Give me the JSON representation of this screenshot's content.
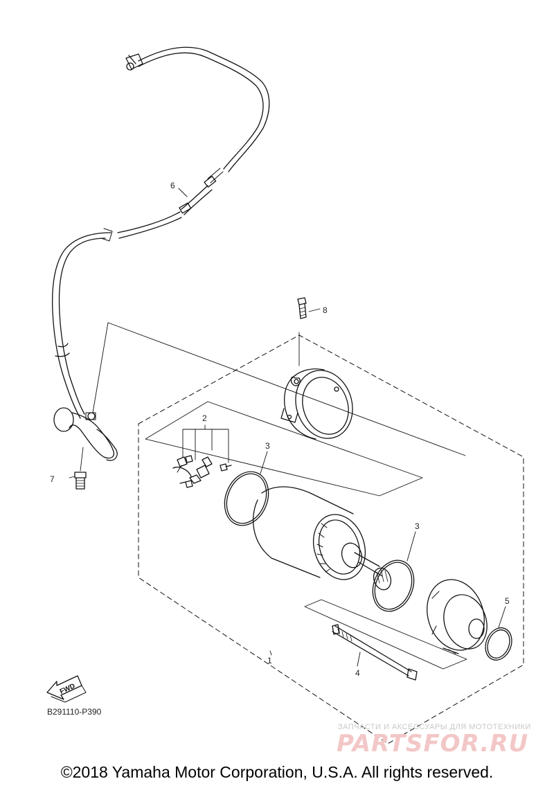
{
  "diagram": {
    "figure_code": "B291110-P390",
    "fwd_label": "FWD",
    "part_callouts": [
      "1",
      "2",
      "3",
      "3",
      "4",
      "5",
      "6",
      "7",
      "8"
    ]
  },
  "watermark": {
    "tagline": "ЗАПЧАСТИ И АКСЕССУАРЫ ДЛЯ МОТОТЕХНИКИ",
    "brand": "PARTSFOR.RU"
  },
  "footer": {
    "copyright": "©2018 Yamaha Motor Corporation, U.S.A. All rights reserved."
  }
}
